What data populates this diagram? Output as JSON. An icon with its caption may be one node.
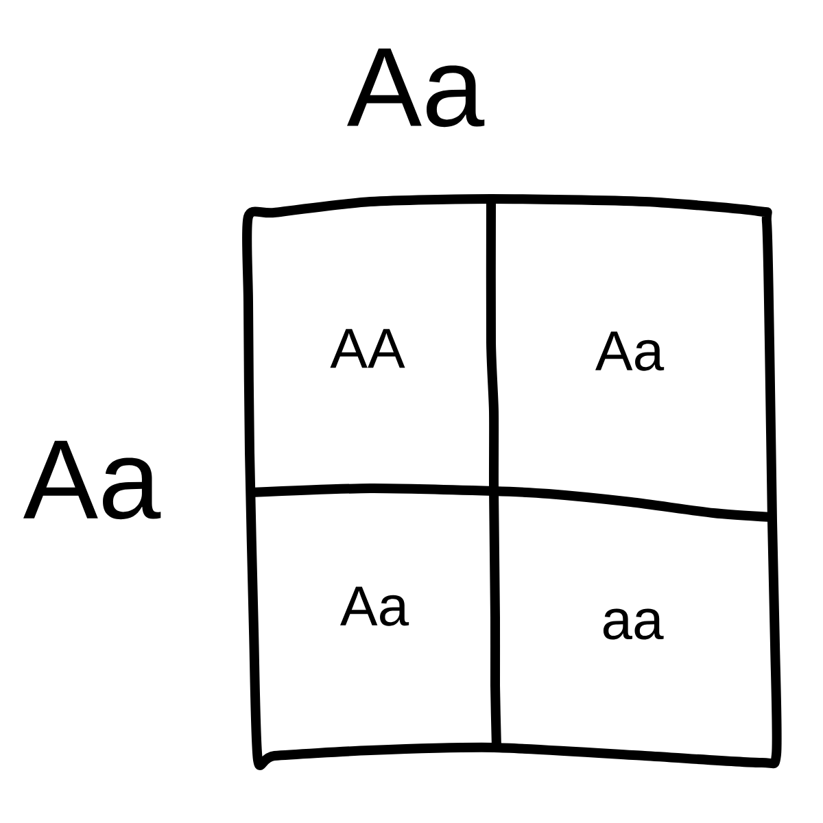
{
  "diagram": {
    "nodes": [
      {
        "text": [
          "AA"
        ]
      },
      {
        "text": [
          "Aa"
        ]
      },
      {
        "text": [
          "Aa"
        ]
      },
      {
        "text": [
          "aa"
        ]
      }
    ],
    "labels": [
      "Aa",
      "Aa"
    ]
  }
}
